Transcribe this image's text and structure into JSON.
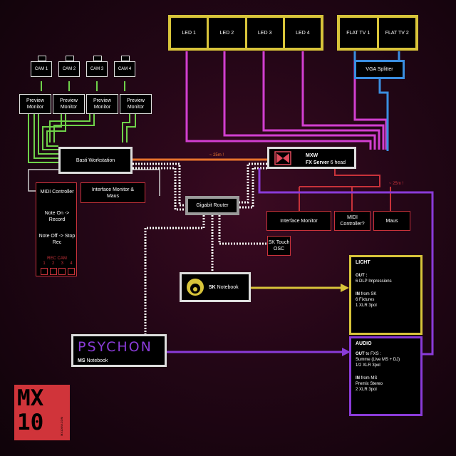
{
  "leds": [
    "LED 1",
    "LED 2",
    "LED 3",
    "LED 4"
  ],
  "tvs": [
    "FLAT TV 1",
    "FLAT TV 2"
  ],
  "vga_splitter": "VGA Splitter",
  "cams": [
    "CAM 1",
    "CAM 2",
    "CAM 3",
    "CAM 4"
  ],
  "preview_monitor": "Preview Monitor",
  "basti_workstation": "Basti Workstation",
  "midi_controller_left": {
    "title": "MIDI Controller",
    "note_on": "Note On -> Record",
    "note_off": "Note Off -> Stop Rec",
    "rec_cam": "REC CAM",
    "pads": [
      "1",
      "2",
      "3",
      "4"
    ]
  },
  "interface_monitor_maus": "Interface Monitor & Maus",
  "gigabit_router": "Gigabit Router",
  "distance_label": "~ 25m !",
  "fx_server": {
    "name": "MXW",
    "sub_bold": "FX Server",
    "sub": "6 head"
  },
  "server_devices": [
    "Interface Monitor",
    "MIDI Controller?",
    "Maus"
  ],
  "sk_touch_osc": "SK Touch OSC",
  "sk_notebook": {
    "bold": "SK",
    "rest": " Notebook"
  },
  "psychon": {
    "logo": "PSYCHON",
    "bold": "MS",
    "rest": " Notebook"
  },
  "licht": {
    "title": "LICHT",
    "out_label": "OUT :",
    "out_lines": [
      "6 DLP Impressions"
    ],
    "in_label": "IN",
    "in_rest": " from SK",
    "in_lines": [
      "6 Fixtures",
      "1 XLR 3pol"
    ]
  },
  "audio": {
    "title": "AUDIO",
    "out_label": "OUT",
    "out_rest": " to FXS :",
    "out_lines": [
      "Summe (Live MS + DJ)",
      "1/2 XLR 3pol"
    ],
    "in_label": "IN",
    "in_rest": " from MS",
    "in_lines": [
      "Premix Stereo",
      "2 XLR 3pol"
    ]
  },
  "logo": {
    "line1": "MX",
    "line2": "10",
    "side": "MX10KW.COM"
  },
  "colors": {
    "yellow": "#d8c43a",
    "magenta": "#d23fd0",
    "blue": "#3a8ee0",
    "green": "#6fd24a",
    "orange": "#e8732c",
    "red": "#c8323a",
    "purple": "#8a3bd8",
    "white": "#dddddd",
    "logo_red": "#d0343a"
  }
}
